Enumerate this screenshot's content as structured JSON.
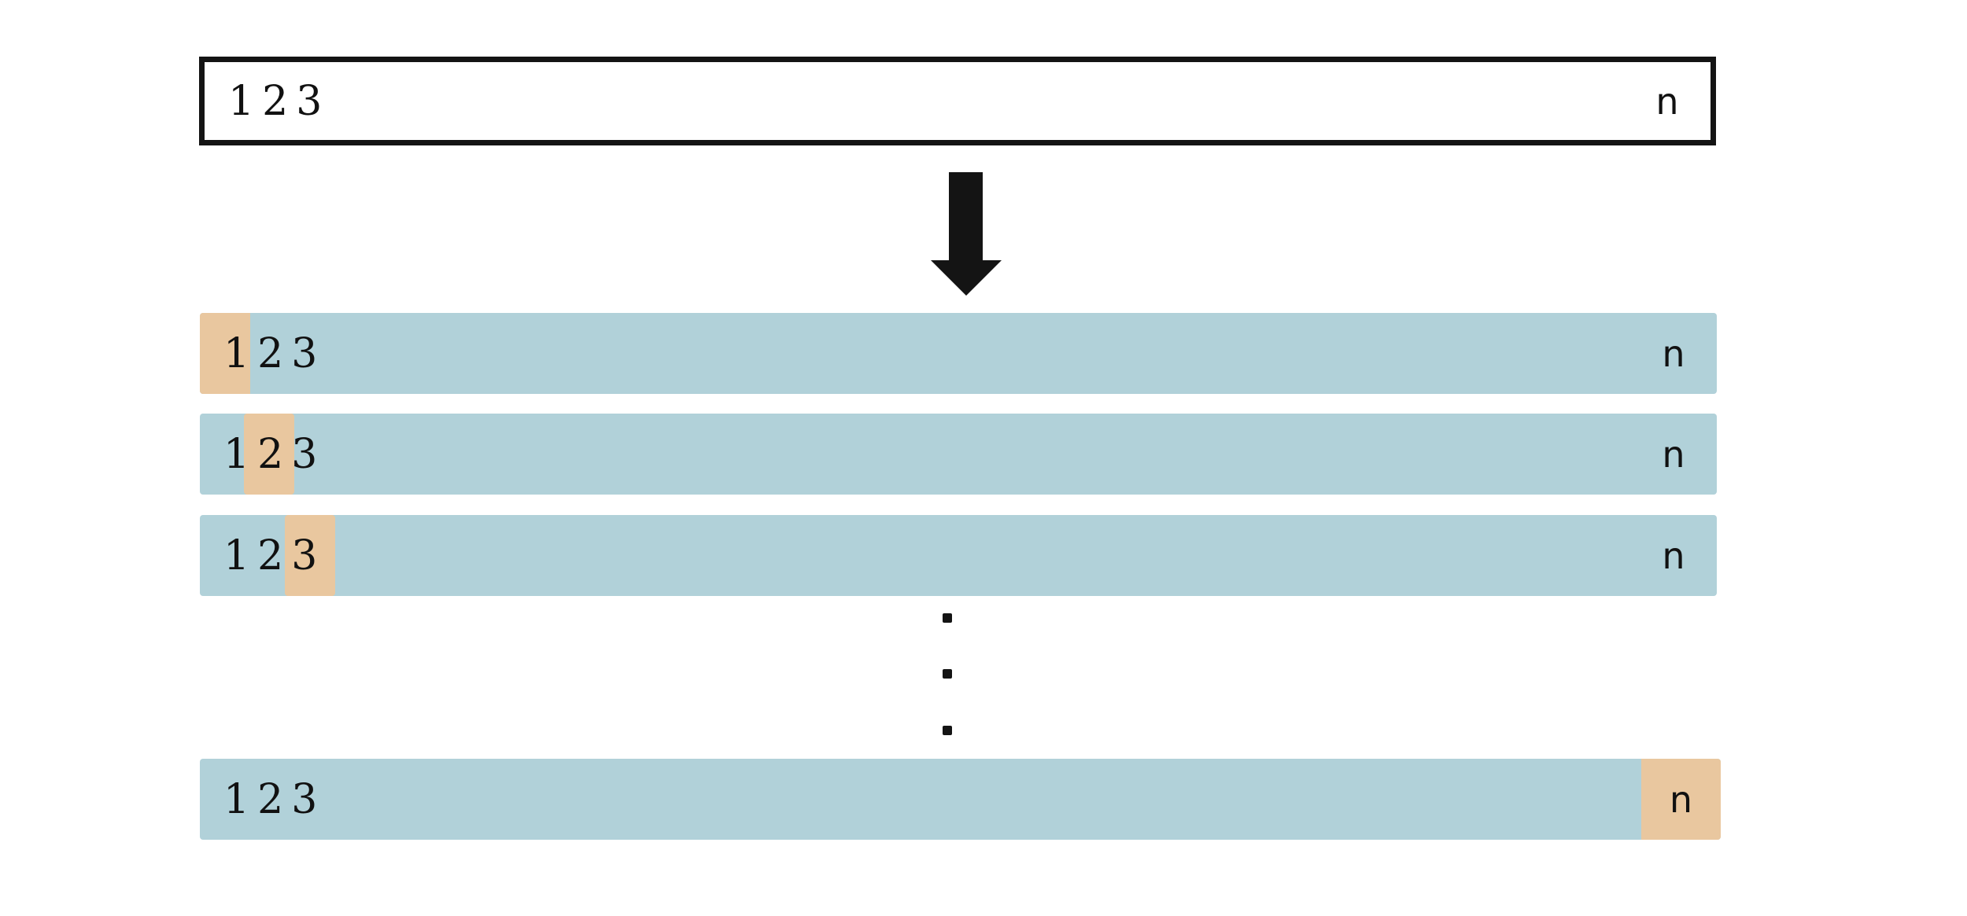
{
  "diagram": {
    "title_text": "",
    "colors": {
      "bar_fill": "#b1d1d9",
      "highlight_fill": "#e9c79f",
      "outline": "#141414",
      "text": "#111111",
      "background": "#ffffff"
    },
    "source_array": {
      "cells": [
        "1",
        "2",
        "3"
      ],
      "tail_label": "n",
      "style": "outlined"
    },
    "arrow": {
      "icon": "down-arrow-icon",
      "direction": "down"
    },
    "result_rows": [
      {
        "cells": [
          "1",
          "2",
          "3"
        ],
        "tail_label": "n",
        "highlight_index": 0,
        "highlight_target": "1"
      },
      {
        "cells": [
          "1",
          "2",
          "3"
        ],
        "tail_label": "n",
        "highlight_index": 1,
        "highlight_target": "2"
      },
      {
        "cells": [
          "1",
          "2",
          "3"
        ],
        "tail_label": "n",
        "highlight_index": 2,
        "highlight_target": "3"
      },
      {
        "cells": [
          "1",
          "2",
          "3"
        ],
        "tail_label": "n",
        "highlight_index": 3,
        "highlight_target": "n"
      }
    ],
    "ellipsis": {
      "glyph": "vertical-ellipsis",
      "count": 3
    }
  }
}
